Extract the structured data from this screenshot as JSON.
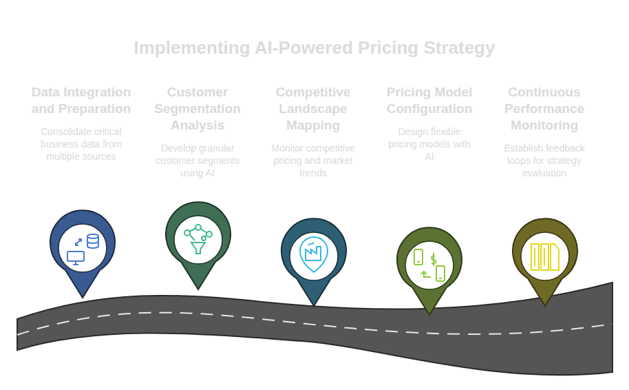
{
  "diagram": {
    "title": "Implementing AI-Powered Pricing Strategy",
    "nodes": [
      {
        "text": [
          "Data Integration and Preparation",
          "Consolidate critical business data from multiple sources"
        ]
      },
      {
        "text": [
          "Customer Segmentation Analysis",
          "Develop granular customer segments using AI"
        ]
      },
      {
        "text": [
          "Competitive Landscape Mapping",
          "Monitor competitive pricing and market trends"
        ]
      },
      {
        "text": [
          "Pricing Model Configuration",
          "Design flexible pricing models with AI"
        ]
      },
      {
        "text": [
          "Continuous Performance Monitoring",
          "Establish feedback loops for strategy evaluation"
        ]
      }
    ]
  }
}
